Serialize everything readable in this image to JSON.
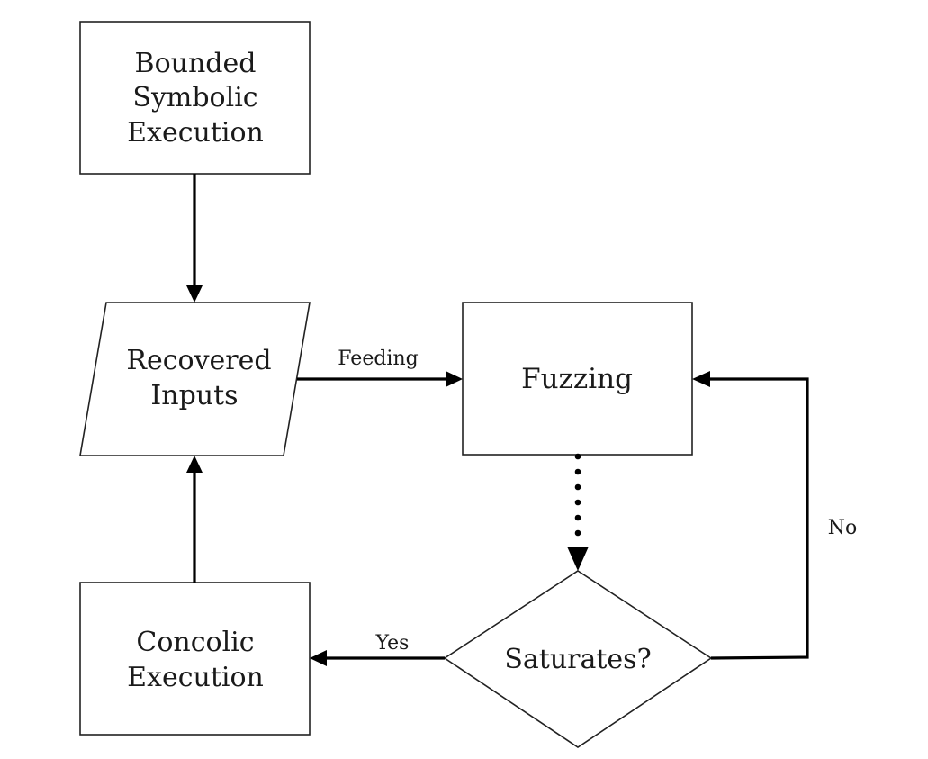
{
  "nodes": {
    "bounded_symbolic_execution": {
      "lines": [
        "Bounded",
        "Symbolic",
        "Execution"
      ]
    },
    "recovered_inputs": {
      "lines": [
        "Recovered",
        "Inputs"
      ]
    },
    "fuzzing": {
      "lines": [
        "Fuzzing"
      ]
    },
    "saturates": {
      "lines": [
        "Saturates?"
      ]
    },
    "concolic_execution": {
      "lines": [
        "Concolic",
        "Execution"
      ]
    }
  },
  "edges": {
    "feeding": {
      "label": "Feeding"
    },
    "yes": {
      "label": "Yes"
    },
    "no": {
      "label": "No"
    }
  }
}
